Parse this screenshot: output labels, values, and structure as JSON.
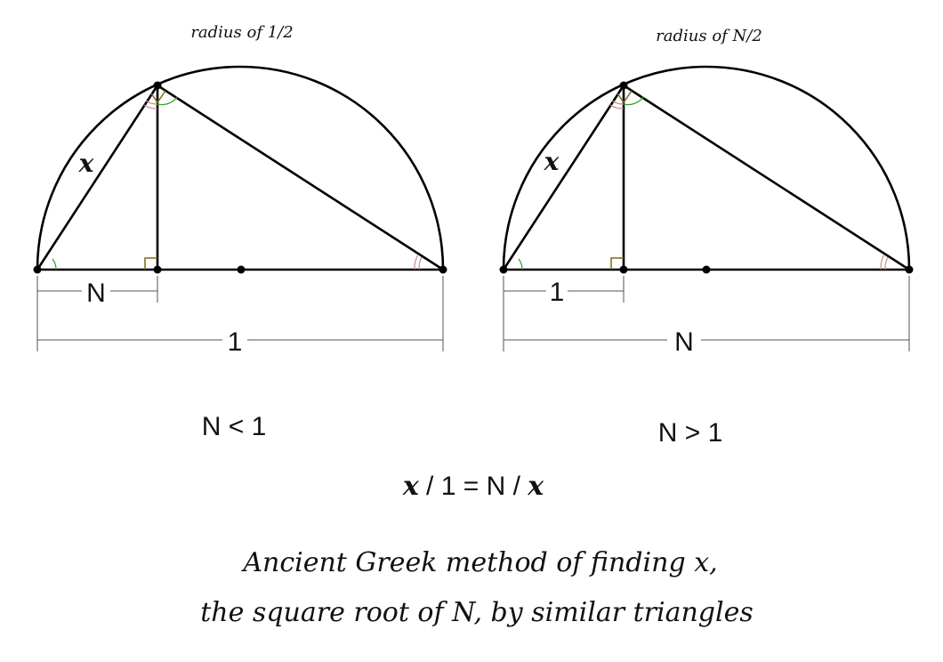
{
  "left_diagram": {
    "radius_label": "radius of 1/2",
    "hypotenuse_label": "x",
    "short_segment_label": "N",
    "full_segment_label": "1",
    "condition": "N < 1"
  },
  "right_diagram": {
    "radius_label": "radius of N/2",
    "hypotenuse_label": "x",
    "short_segment_label": "1",
    "full_segment_label": "N",
    "condition": "N > 1"
  },
  "equation": {
    "x1": "x",
    "part1": " / 1 = N / ",
    "x2": "x"
  },
  "caption": {
    "line1": "Ancient Greek method of finding x,",
    "line2": "the square root of N, by similar triangles"
  },
  "colors": {
    "line": "#000000",
    "dimension": "#555555",
    "angle_green": "#2ea82e",
    "angle_pink": "#c98a8a",
    "right_angle": "#7a6a1e"
  }
}
